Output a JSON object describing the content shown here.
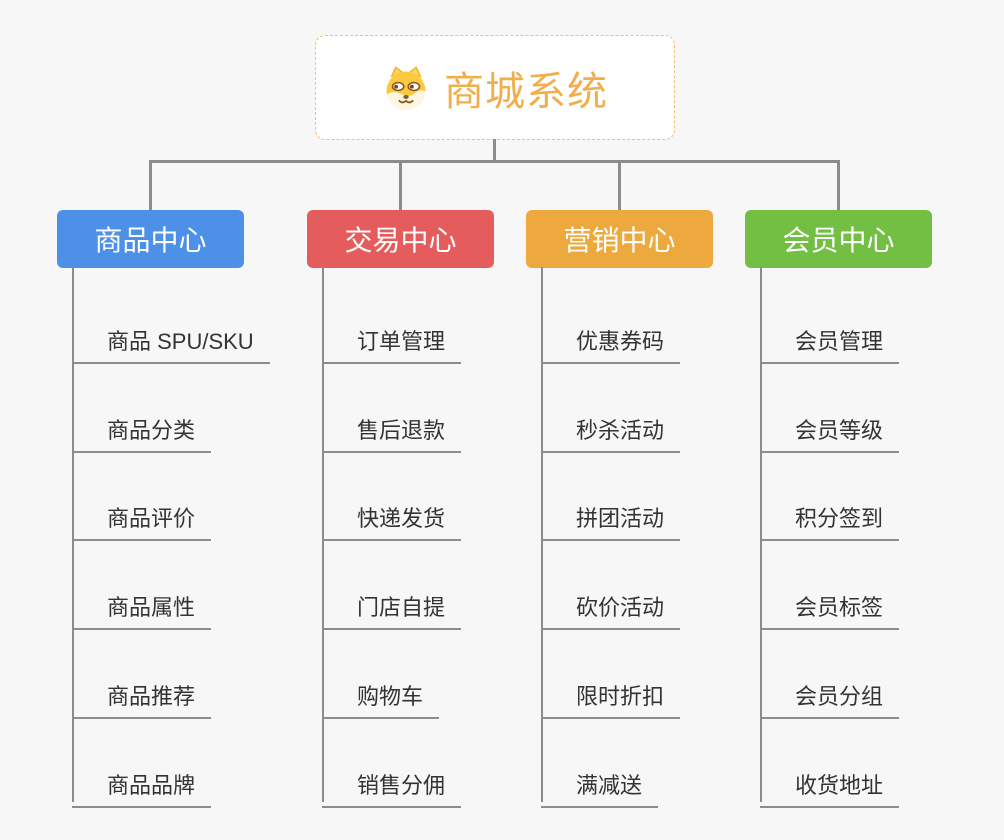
{
  "root": {
    "title": "商城系统",
    "icon": "doge-icon",
    "text_color": "#F0AF4B",
    "border_color": "#F0C06A",
    "background": "#FFFFFF"
  },
  "canvas": {
    "background_color": "#F7F7F7",
    "connector_color": "#8C8C8C",
    "leaf_line_color": "#8C8C8C",
    "leaf_text_color": "#333333"
  },
  "branches": [
    {
      "label": "商品中心",
      "color": "#4C90E8",
      "children": [
        "商品 SPU/SKU",
        "商品分类",
        "商品评价",
        "商品属性",
        "商品推荐",
        "商品品牌"
      ]
    },
    {
      "label": "交易中心",
      "color": "#E55C5C",
      "children": [
        "订单管理",
        "售后退款",
        "快递发货",
        "门店自提",
        "购物车",
        "销售分佣"
      ]
    },
    {
      "label": "营销中心",
      "color": "#EEA93E",
      "children": [
        "优惠券码",
        "秒杀活动",
        "拼团活动",
        "砍价活动",
        "限时折扣",
        "满减送"
      ]
    },
    {
      "label": "会员中心",
      "color": "#72BF44",
      "children": [
        "会员管理",
        "会员等级",
        "积分签到",
        "会员标签",
        "会员分组",
        "收货地址"
      ]
    }
  ]
}
